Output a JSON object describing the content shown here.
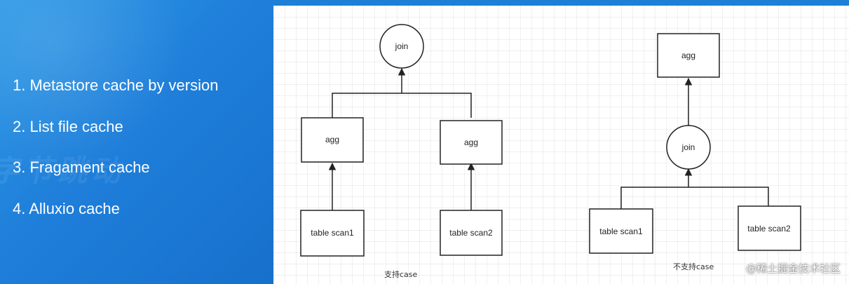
{
  "left": {
    "items": [
      "1. Metastore cache by version",
      "2. List file cache",
      "3. Fragament cache",
      "4. Alluxio cache"
    ]
  },
  "diagram_left": {
    "join": "join",
    "agg1": "agg",
    "agg2": "agg",
    "scan1": "table scan1",
    "scan2": "table scan2",
    "caption": "支持case"
  },
  "diagram_right": {
    "agg": "agg",
    "join": "join",
    "scan1": "table scan1",
    "scan2": "table scan2",
    "caption": "不支持case"
  },
  "brand": "@稀土掘金技术社区",
  "colors": {
    "panel_blue": "#1f7fda",
    "stroke": "#222222"
  }
}
